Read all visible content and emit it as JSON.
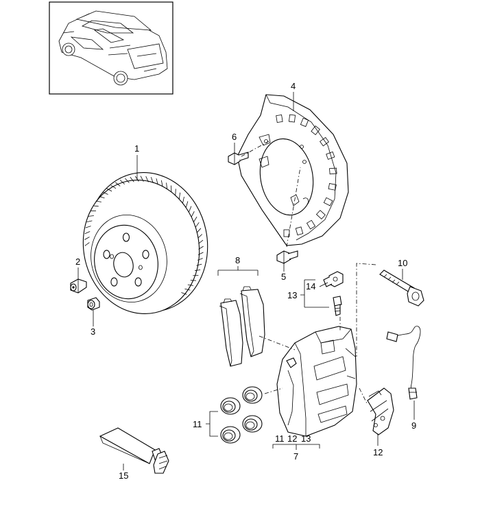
{
  "callouts": [
    {
      "id": "c1",
      "text": "1"
    },
    {
      "id": "c2",
      "text": "2"
    },
    {
      "id": "c3",
      "text": "3"
    },
    {
      "id": "c4",
      "text": "4"
    },
    {
      "id": "c5",
      "text": "5"
    },
    {
      "id": "c6",
      "text": "6"
    },
    {
      "id": "c7",
      "text": "7"
    },
    {
      "id": "c8",
      "text": "8"
    },
    {
      "id": "c9",
      "text": "9"
    },
    {
      "id": "c10",
      "text": "10"
    },
    {
      "id": "c11",
      "text": "11"
    },
    {
      "id": "c12",
      "text": "12"
    },
    {
      "id": "c13",
      "text": "13"
    },
    {
      "id": "c14",
      "text": "14"
    },
    {
      "id": "c15",
      "text": "15"
    }
  ],
  "group_7_sub": [
    "11",
    "12",
    "13"
  ]
}
